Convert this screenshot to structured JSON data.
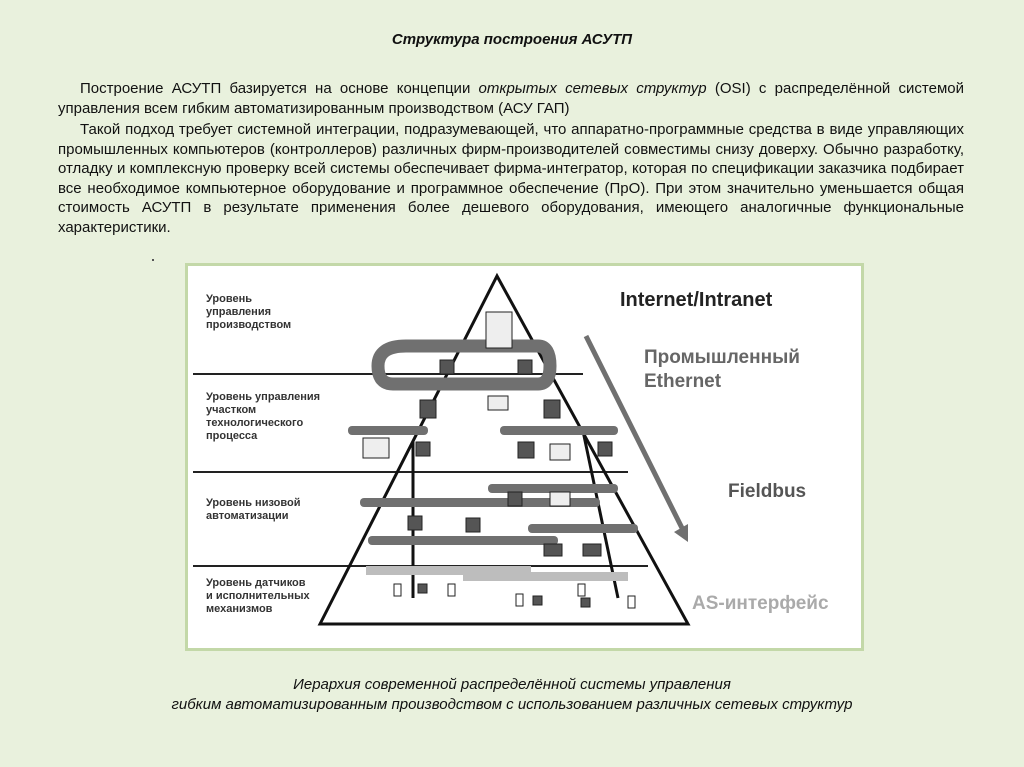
{
  "title": "Структура построения АСУТП",
  "paragraph1": {
    "a": "Построение АСУТП базируется на основе концепции ",
    "em": "открытых сетевых структур",
    "b": " (OSI) с распределённой системой управления  всем гибким автоматизированным производством (АСУ ГАП)"
  },
  "paragraph2": "Такой подход требует системной интеграции, подразумевающей, что аппаратно-программные средства в виде управляющих промышленных компьютеров (контроллеров) различных фирм-производителей совместимы снизу доверху. Обычно разработку, отладку и комплексную проверку всей системы обеспечивает фирма-интегратор, которая по спецификации заказчика подбирает все необходимое компьютерное оборудование и программное обеспечение (ПрО). При этом значительно уменьшается общая стоимость АСУТП в результате применения более дешевого оборудования, имеющего аналогичные  функциональные характеристики.",
  "figure": {
    "levels": [
      {
        "lines": [
          "Уровень",
          "управления",
          "производством"
        ]
      },
      {
        "lines": [
          "Уровень управления",
          "участком",
          "технологического",
          "процесса"
        ]
      },
      {
        "lines": [
          "Уровень низовой",
          "автоматизации"
        ]
      },
      {
        "lines": [
          "Уровень датчиков",
          "и исполнительных",
          "механизмов"
        ]
      }
    ],
    "networks": {
      "internet": "Internet/Intranet",
      "ethernet_1": "Промышленный",
      "ethernet_2": "Ethernet",
      "fieldbus": "Fieldbus",
      "asi": "AS-интерфейс"
    },
    "colors": {
      "dark": "#333333",
      "band": "#707070",
      "light": "#bdbdbd"
    }
  },
  "caption": {
    "line1": "Иерархия современной распределённой системы управления",
    "line2": "гибким автоматизированным производством  с использованием различных сетевых структур"
  }
}
